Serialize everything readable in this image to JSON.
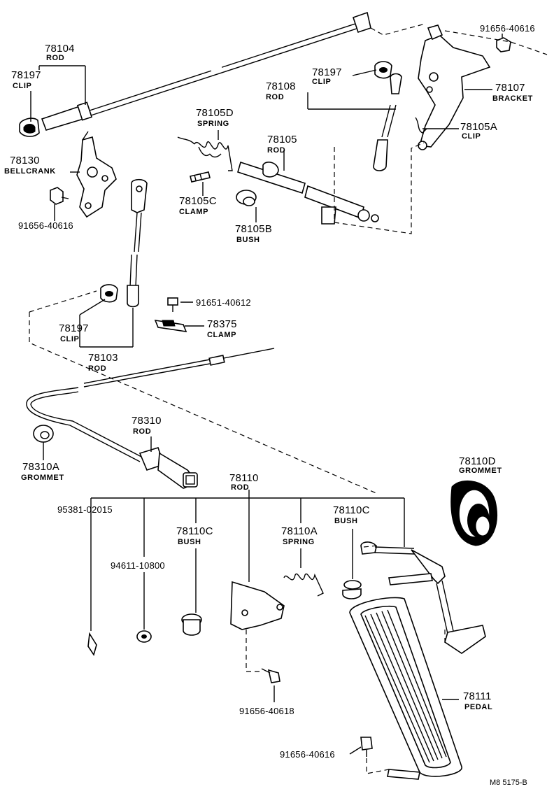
{
  "callouts": {
    "p78104": {
      "num": "78104",
      "name": "ROD"
    },
    "p78197_a": {
      "num": "78197",
      "name": "CLIP"
    },
    "p78130": {
      "num": "78130",
      "name": "BELLCRANK"
    },
    "p91656_40616_a": {
      "num": "91656-40616"
    },
    "p78105D": {
      "num": "78105D",
      "name": "SPRING"
    },
    "p78105": {
      "num": "78105",
      "name": "ROD"
    },
    "p78105C": {
      "num": "78105C",
      "name": "CLAMP"
    },
    "p78105B": {
      "num": "78105B",
      "name": "BUSH"
    },
    "p78197_b": {
      "num": "78197",
      "name": "CLIP"
    },
    "p78108": {
      "num": "78108",
      "name": "ROD"
    },
    "p78107": {
      "num": "78107",
      "name": "BRACKET"
    },
    "p78105A": {
      "num": "78105A",
      "name": "CLIP"
    },
    "p91656_40616_b": {
      "num": "91656-40616"
    },
    "p91651_40612": {
      "num": "91651-40612"
    },
    "p78375": {
      "num": "78375",
      "name": "CLAMP"
    },
    "p78197_c": {
      "num": "78197",
      "name": "CLIP"
    },
    "p78103": {
      "num": "78103",
      "name": "ROD"
    },
    "p78310": {
      "num": "78310",
      "name": "ROD"
    },
    "p78310A": {
      "num": "78310A",
      "name": "GROMMET"
    },
    "p78110": {
      "num": "78110",
      "name": "ROD"
    },
    "p78110D": {
      "num": "78110D",
      "name": "GROMMET"
    },
    "p95381_02015": {
      "num": "95381-02015"
    },
    "p94611_10800": {
      "num": "94611-10800"
    },
    "p78110C_a": {
      "num": "78110C",
      "name": "BUSH"
    },
    "p78110A": {
      "num": "78110A",
      "name": "SPRING"
    },
    "p78110C_b": {
      "num": "78110C",
      "name": "BUSH"
    },
    "p91656_40618": {
      "num": "91656-40618"
    },
    "p78111": {
      "num": "78111",
      "name": "PEDAL"
    },
    "p91656_40616_c": {
      "num": "91656-40616"
    }
  },
  "figure_code": "M8 5175-B"
}
